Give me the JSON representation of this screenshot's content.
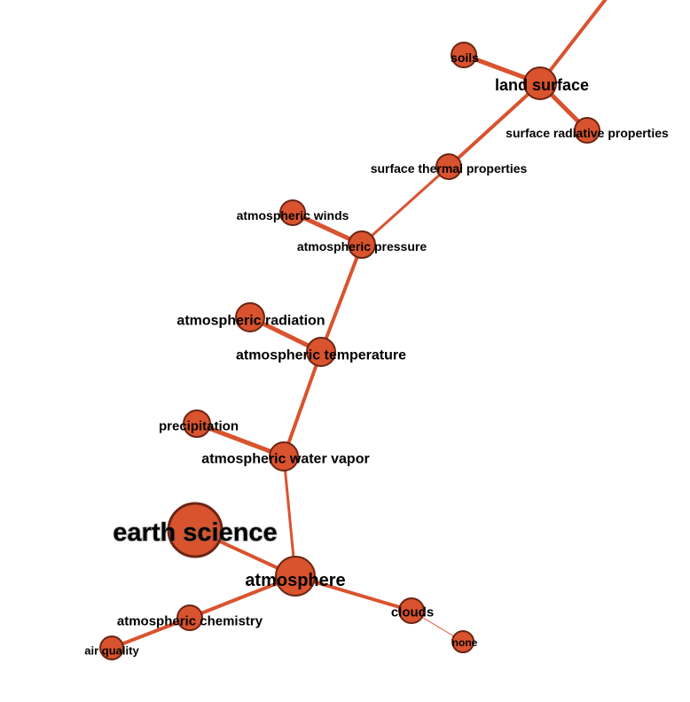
{
  "colors": {
    "edge": "#d9532e",
    "node_fill": "#d9532e",
    "node_stroke": "#6b2514",
    "label": "#000000"
  },
  "nodes": [
    {
      "id": "earth-science",
      "label": "earth science"
    },
    {
      "id": "atmosphere",
      "label": "atmosphere"
    },
    {
      "id": "atmospheric-chemistry",
      "label": "atmospheric chemistry"
    },
    {
      "id": "air-quality",
      "label": "air quality"
    },
    {
      "id": "clouds",
      "label": "clouds"
    },
    {
      "id": "none",
      "label": "none"
    },
    {
      "id": "atmospheric-water-vapor",
      "label": "atmospheric water vapor"
    },
    {
      "id": "precipitation",
      "label": "precipitation"
    },
    {
      "id": "atmospheric-temperature",
      "label": "atmospheric temperature"
    },
    {
      "id": "atmospheric-radiation",
      "label": "atmospheric radiation"
    },
    {
      "id": "atmospheric-pressure",
      "label": "atmospheric pressure"
    },
    {
      "id": "atmospheric-winds",
      "label": "atmospheric winds"
    },
    {
      "id": "surface-thermal-properties",
      "label": "surface thermal properties"
    },
    {
      "id": "land-surface",
      "label": "land surface"
    },
    {
      "id": "soils",
      "label": "soils"
    },
    {
      "id": "surface-radiative-properties",
      "label": "surface radiative properties"
    }
  ],
  "edges": [
    {
      "source": "earth-science",
      "target": "atmosphere"
    },
    {
      "source": "atmosphere",
      "target": "atmospheric-chemistry"
    },
    {
      "source": "atmospheric-chemistry",
      "target": "air-quality"
    },
    {
      "source": "atmosphere",
      "target": "clouds"
    },
    {
      "source": "clouds",
      "target": "none"
    },
    {
      "source": "atmosphere",
      "target": "atmospheric-water-vapor"
    },
    {
      "source": "atmospheric-water-vapor",
      "target": "precipitation"
    },
    {
      "source": "atmospheric-water-vapor",
      "target": "atmospheric-temperature"
    },
    {
      "source": "atmospheric-temperature",
      "target": "atmospheric-radiation"
    },
    {
      "source": "atmospheric-temperature",
      "target": "atmospheric-pressure"
    },
    {
      "source": "atmospheric-pressure",
      "target": "atmospheric-winds"
    },
    {
      "source": "atmospheric-pressure",
      "target": "surface-thermal-properties"
    },
    {
      "source": "surface-thermal-properties",
      "target": "land-surface"
    },
    {
      "source": "land-surface",
      "target": "soils"
    },
    {
      "source": "land-surface",
      "target": "surface-radiative-properties"
    },
    {
      "source": "land-surface",
      "target": ""
    }
  ]
}
